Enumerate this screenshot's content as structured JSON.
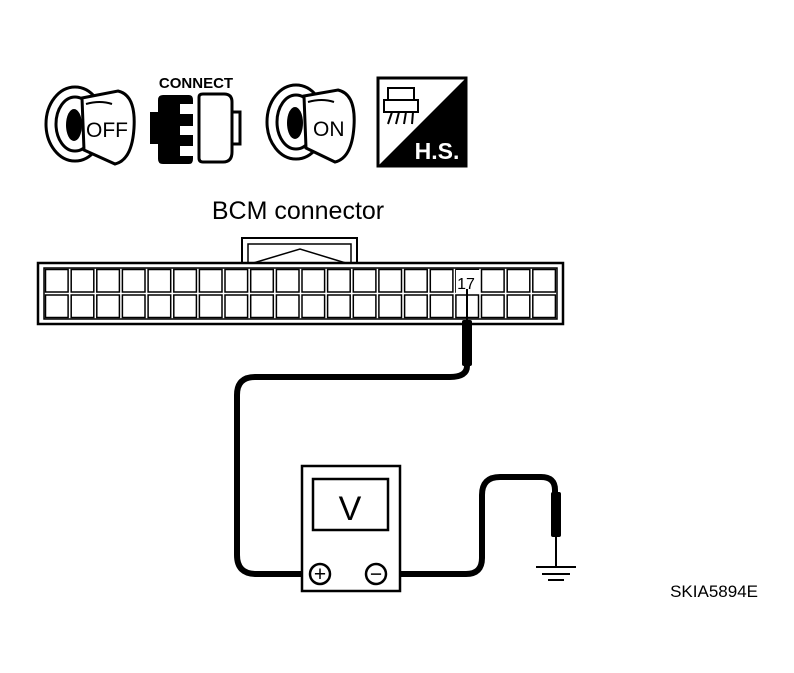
{
  "icons": {
    "ignition_off": {
      "label": "OFF"
    },
    "connect": {
      "label": "CONNECT"
    },
    "ignition_on": {
      "label": "ON"
    },
    "harness_sign": {
      "label": "H.S."
    }
  },
  "connector": {
    "title": "BCM connector",
    "terminal_label": "17"
  },
  "meter": {
    "display": "V",
    "positive_symbol": "+",
    "negative_symbol": "−"
  },
  "figure_id": "SKIA5894E",
  "colors": {
    "line": "#000000",
    "background": "#ffffff"
  }
}
